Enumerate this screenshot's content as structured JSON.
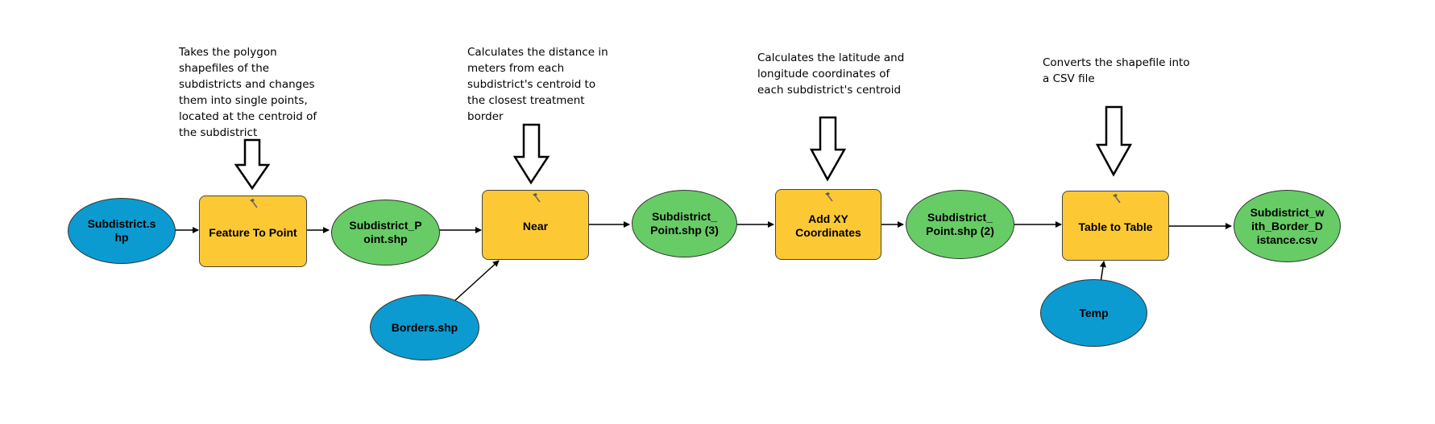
{
  "colors": {
    "input_ellipse": "#0b9bd0",
    "output_ellipse": "#67cc66",
    "tool_box": "#fcc935",
    "connector": "#000000"
  },
  "notes": {
    "feature_to_point": "Takes the polygon\nshapefiles of the\nsubdistricts and changes\nthem into single points,\nlocated at the centroid of\nthe subdistrict",
    "near": "Calculates the distance in\nmeters from each\nsubdistrict's centroid to\nthe closest treatment\nborder",
    "add_xy": "Calculates the latitude and\nlongitude coordinates of\neach subdistrict's centroid",
    "table_to_table": "Converts the shapefile into\na CSV file"
  },
  "nodes": {
    "subdistrict_shp": "Subdistrict.s\nhp",
    "feature_to_point": "Feature To Point",
    "subdistrict_point_shp": "Subdistrict_P\noint.shp",
    "borders_shp": "Borders.shp",
    "near": "Near",
    "subdistrict_point_shp_3": "Subdistrict_\nPoint.shp (3)",
    "add_xy": "Add XY\nCoordinates",
    "subdistrict_point_shp_2": "Subdistrict_\nPoint.shp (2)",
    "temp": "Temp",
    "table_to_table": "Table to Table",
    "output_csv": "Subdistrict_w\nith_Border_D\nistance.csv"
  },
  "icons": {
    "tool": "hammer-icon",
    "callout": "down-arrow-icon"
  }
}
